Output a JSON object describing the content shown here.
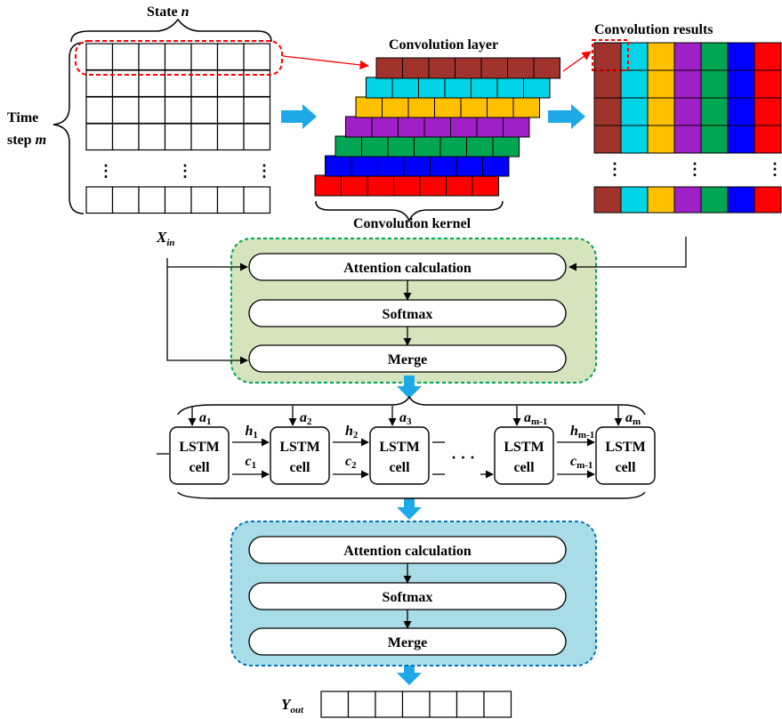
{
  "labels": {
    "state_prefix": "State",
    "state_var": "n",
    "time_line1": "Time",
    "time_line2_prefix": "step",
    "time_var": "m",
    "x_in_main": "X",
    "x_in_sub": "in",
    "conv_layer": "Convolution layer",
    "conv_kernel": "Convolution kernel",
    "conv_results": "Convolution results",
    "y_out_main": "Y",
    "y_out_sub": "out",
    "dots": "· · ·"
  },
  "attention_block_1": {
    "steps": [
      "Attention calculation",
      "Softmax",
      "Merge"
    ],
    "fill": "#d6e4bd",
    "border": "#00a651"
  },
  "attention_block_2": {
    "steps": [
      "Attention calculation",
      "Softmax",
      "Merge"
    ],
    "fill": "#a8dde8",
    "border": "#0072bc"
  },
  "lstm": {
    "cell_line1": "LSTM",
    "cell_line2": "cell",
    "inputs": [
      {
        "main": "a",
        "sub": "1"
      },
      {
        "main": "a",
        "sub": "2"
      },
      {
        "main": "a",
        "sub": "3"
      },
      {
        "main": "a",
        "sub": "m-1"
      },
      {
        "main": "a",
        "sub": "m"
      }
    ],
    "hidden": [
      {
        "main": "h",
        "sub": "1"
      },
      {
        "main": "h",
        "sub": "2"
      },
      {
        "main": "h",
        "sub": "m-1"
      }
    ],
    "cell_states": [
      {
        "main": "c",
        "sub": "1"
      },
      {
        "main": "c",
        "sub": "2"
      },
      {
        "main": "c",
        "sub": "m-1"
      }
    ]
  },
  "kernel_colors": [
    "#a0342d",
    "#00d4e6",
    "#ffc000",
    "#a020c8",
    "#00a651",
    "#0000ff",
    "#ff0000"
  ],
  "accent": {
    "dashed_highlight": "#ff0000",
    "flow_arrow": "#1fa8e8"
  }
}
